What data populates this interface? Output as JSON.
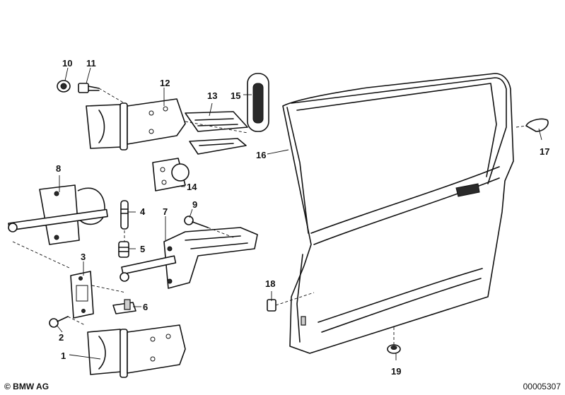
{
  "callouts": {
    "c1": "1",
    "c2": "2",
    "c3": "3",
    "c4": "4",
    "c5": "5",
    "c6": "6",
    "c7": "7",
    "c8": "8",
    "c9": "9",
    "c10": "10",
    "c11": "11",
    "c12": "12",
    "c13": "13",
    "c14": "14",
    "c15": "15",
    "c16": "16",
    "c17": "17",
    "c18": "18",
    "c19": "19"
  },
  "footer": {
    "brand": "© BMW AG",
    "doc_number": "00005307"
  }
}
